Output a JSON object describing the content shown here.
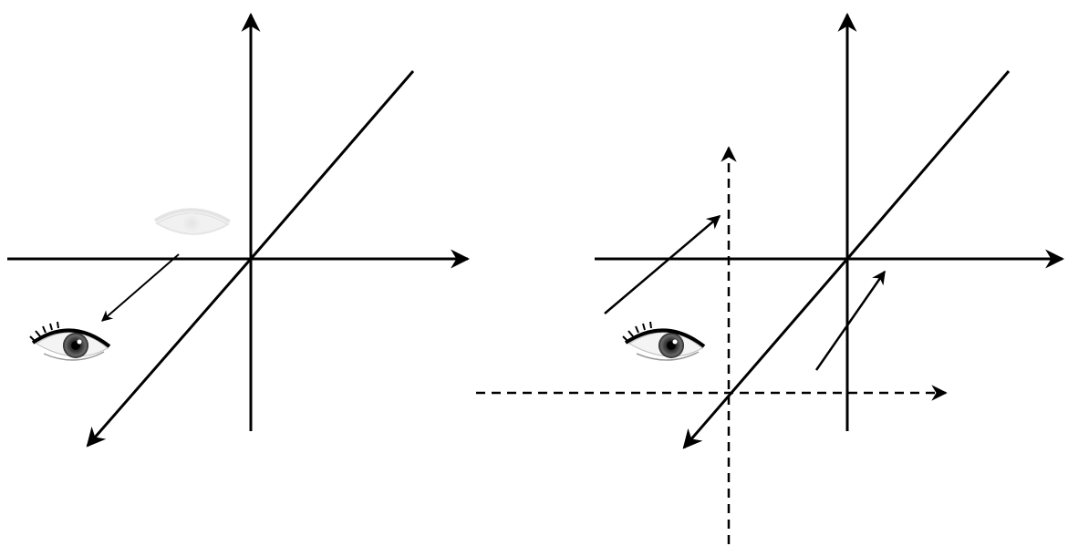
{
  "diagram": {
    "panels": [
      {
        "id": "left",
        "axes": [
          "horizontal-axis",
          "vertical-axis",
          "diagonal-axis"
        ],
        "eyes": [
          "faded-eye",
          "eye"
        ],
        "arrows": [
          "eye-move-arrow"
        ]
      },
      {
        "id": "right",
        "axes": [
          "horizontal-axis",
          "vertical-axis",
          "diagonal-axis",
          "dashed-horizontal-axis",
          "dashed-vertical-axis"
        ],
        "eyes": [
          "eye"
        ],
        "arrows": [
          "shift-arrow-upper-left",
          "shift-arrow-lower-right"
        ]
      }
    ],
    "colors": {
      "stroke": "#000000",
      "eye_faded": "#d9d9d9",
      "iris": "#555555"
    }
  }
}
